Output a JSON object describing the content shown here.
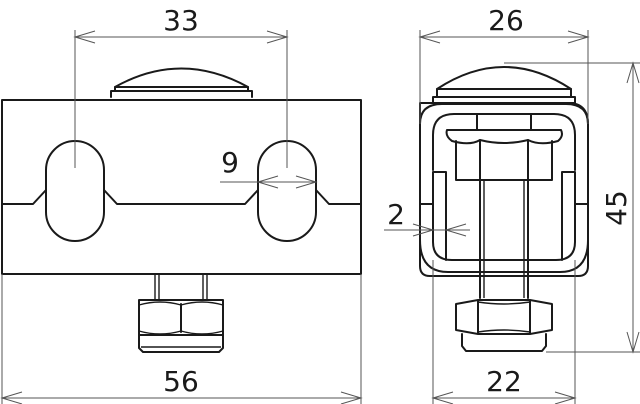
{
  "drawing": {
    "type": "technical-dimension-drawing",
    "views": [
      {
        "name": "front-view",
        "description": "Clamp block with two cable slots, dome screw on top, nut below"
      },
      {
        "name": "side-view",
        "description": "Clamp with U-bracket, dome screw top, hex nut below"
      }
    ],
    "colors": {
      "line": "#1a1a1a",
      "dimension": "#555555",
      "background": "#ffffff"
    }
  },
  "dimensions": {
    "front_slot_spacing": "33",
    "front_slot_width": "9",
    "front_overall_width": "56",
    "side_overall_width": "26",
    "side_wall_thickness": "2",
    "side_base_width": "22",
    "side_overall_height": "45"
  }
}
